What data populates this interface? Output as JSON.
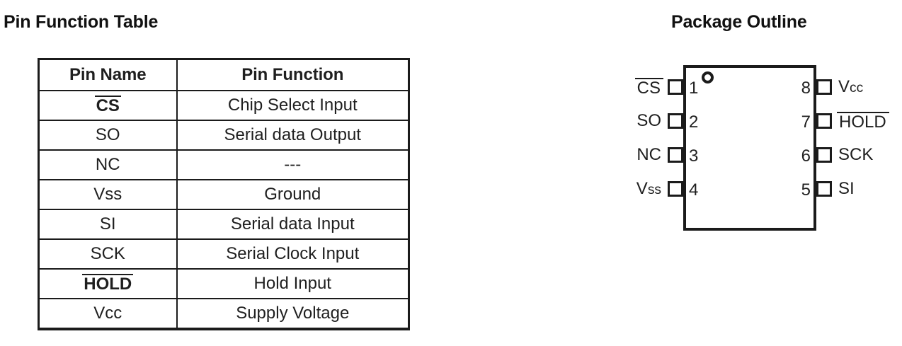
{
  "titles": {
    "pin_function_table": "Pin Function Table",
    "package_outline": "Package Outline"
  },
  "pin_function_table": {
    "columns": [
      "Pin Name",
      "Pin Function"
    ],
    "rows": [
      {
        "name": "CS",
        "overline": true,
        "function": "Chip Select Input"
      },
      {
        "name": "SO",
        "overline": false,
        "function": "Serial data Output"
      },
      {
        "name": "NC",
        "overline": false,
        "function": "---"
      },
      {
        "name": "Vss",
        "overline": false,
        "function": "Ground"
      },
      {
        "name": "SI",
        "overline": false,
        "function": "Serial data Input"
      },
      {
        "name": "SCK",
        "overline": false,
        "function": "Serial Clock Input"
      },
      {
        "name": "HOLD",
        "overline": true,
        "function": "Hold Input"
      },
      {
        "name": "Vcc",
        "overline": false,
        "function": "Supply Voltage"
      }
    ]
  },
  "package_outline": {
    "pin_count": 8,
    "marker": "pin-1-dot",
    "left_pins": [
      {
        "number": "1",
        "label": "CS",
        "overline": true,
        "supply": false
      },
      {
        "number": "2",
        "label": "SO",
        "overline": false,
        "supply": false
      },
      {
        "number": "3",
        "label": "NC",
        "overline": false,
        "supply": false
      },
      {
        "number": "4",
        "label": "Vss",
        "overline": false,
        "supply": true,
        "cap": "V",
        "sub": "ss"
      }
    ],
    "right_pins": [
      {
        "number": "8",
        "label": "Vcc",
        "overline": false,
        "supply": true,
        "cap": "V",
        "sub": "cc"
      },
      {
        "number": "7",
        "label": "HOLD",
        "overline": true,
        "supply": false
      },
      {
        "number": "6",
        "label": "SCK",
        "overline": false,
        "supply": false
      },
      {
        "number": "5",
        "label": "SI",
        "overline": false,
        "supply": false
      }
    ]
  },
  "colors": {
    "ink": "#1b1b1b",
    "text": "#1f1f1f",
    "background": "#ffffff"
  }
}
